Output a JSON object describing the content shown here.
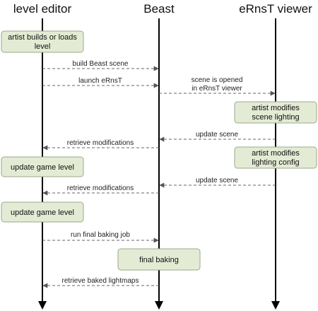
{
  "lifelines": [
    {
      "id": "level_editor",
      "title": "level editor"
    },
    {
      "id": "beast",
      "title": "Beast"
    },
    {
      "id": "ernst_viewer",
      "title": "eRnsT viewer"
    }
  ],
  "activities": [
    {
      "id": "act1",
      "lines": [
        "artist builds or loads",
        "level"
      ]
    },
    {
      "id": "act2",
      "lines": [
        "artist modifies",
        "scene lighting"
      ]
    },
    {
      "id": "act3",
      "lines": [
        "artist modifies",
        "lighting config"
      ]
    },
    {
      "id": "act4",
      "lines": [
        "update game level"
      ]
    },
    {
      "id": "act5",
      "lines": [
        "update game level"
      ]
    },
    {
      "id": "act6",
      "lines": [
        "final baking"
      ]
    }
  ],
  "messages": [
    {
      "id": "m1",
      "from": "level_editor",
      "to": "beast",
      "lines": [
        "build Beast scene"
      ]
    },
    {
      "id": "m2",
      "from": "level_editor",
      "to": "beast",
      "lines": [
        "launch eRnsT"
      ]
    },
    {
      "id": "m3",
      "from": "beast",
      "to": "ernst_viewer",
      "lines": [
        "scene is opened",
        "in eRnsT viewer"
      ]
    },
    {
      "id": "m4",
      "from": "ernst_viewer",
      "to": "beast",
      "lines": [
        "update scene"
      ]
    },
    {
      "id": "m5",
      "from": "beast",
      "to": "level_editor",
      "lines": [
        "retrieve modifications"
      ]
    },
    {
      "id": "m6",
      "from": "ernst_viewer",
      "to": "beast",
      "lines": [
        "update scene"
      ]
    },
    {
      "id": "m7",
      "from": "beast",
      "to": "level_editor",
      "lines": [
        "retrieve modifications"
      ]
    },
    {
      "id": "m8",
      "from": "level_editor",
      "to": "beast",
      "lines": [
        "run final baking job"
      ]
    },
    {
      "id": "m9",
      "from": "beast",
      "to": "level_editor",
      "lines": [
        "retrieve baked lightmaps"
      ]
    }
  ]
}
